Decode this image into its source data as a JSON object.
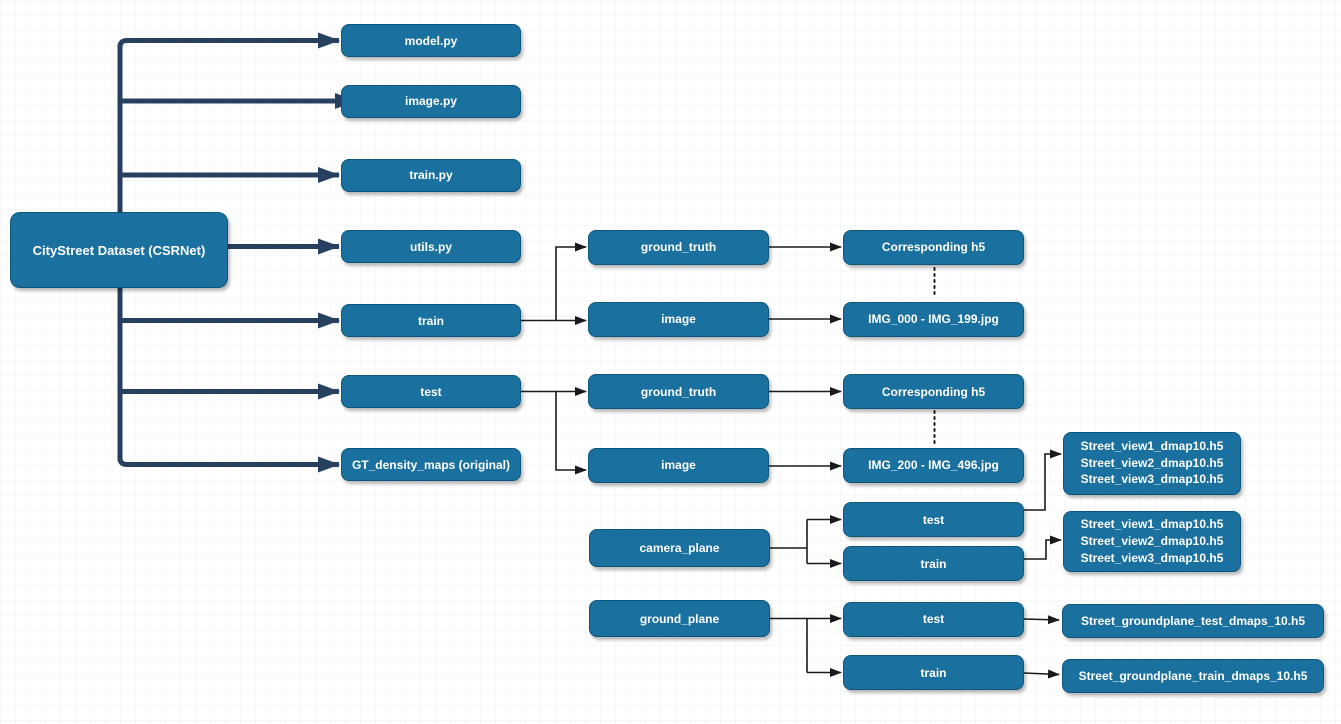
{
  "colors": {
    "node_fill": "#1A709E",
    "node_border": "#0E567C",
    "node_text": "#FFFFFF",
    "trunk_connector": "#27405F",
    "thin_connector": "#1A1A1A",
    "background": "#FFFFFF"
  },
  "nodes": {
    "root": "CityStreet Dataset (CSRNet)",
    "model_py": "model.py",
    "image_py": "image.py",
    "train_py": "train.py",
    "utils_py": "utils.py",
    "train_dir": "train",
    "test_dir": "test",
    "gt_density_maps": "GT_density_maps (original)",
    "train_ground_truth": "ground_truth",
    "train_image": "image",
    "train_ground_truth_files": "Corresponding h5",
    "train_image_files": "IMG_000 - IMG_199.jpg",
    "test_ground_truth": "ground_truth",
    "test_image": "image",
    "test_ground_truth_files": "Corresponding h5",
    "test_image_files": "IMG_200 - IMG_496.jpg",
    "camera_plane": "camera_plane",
    "camera_test": "test",
    "camera_train": "train",
    "camera_test_files": [
      "Street_view1_dmap10.h5",
      "Street_view2_dmap10.h5",
      "Street_view3_dmap10.h5"
    ],
    "camera_train_files": [
      "Street_view1_dmap10.h5",
      "Street_view2_dmap10.h5",
      "Street_view3_dmap10.h5"
    ],
    "ground_plane": "ground_plane",
    "ground_test": "test",
    "ground_train": "train",
    "ground_test_files": "Street_groundplane_test_dmaps_10.h5",
    "ground_train_files": "Street_groundplane_train_dmaps_10.h5"
  }
}
